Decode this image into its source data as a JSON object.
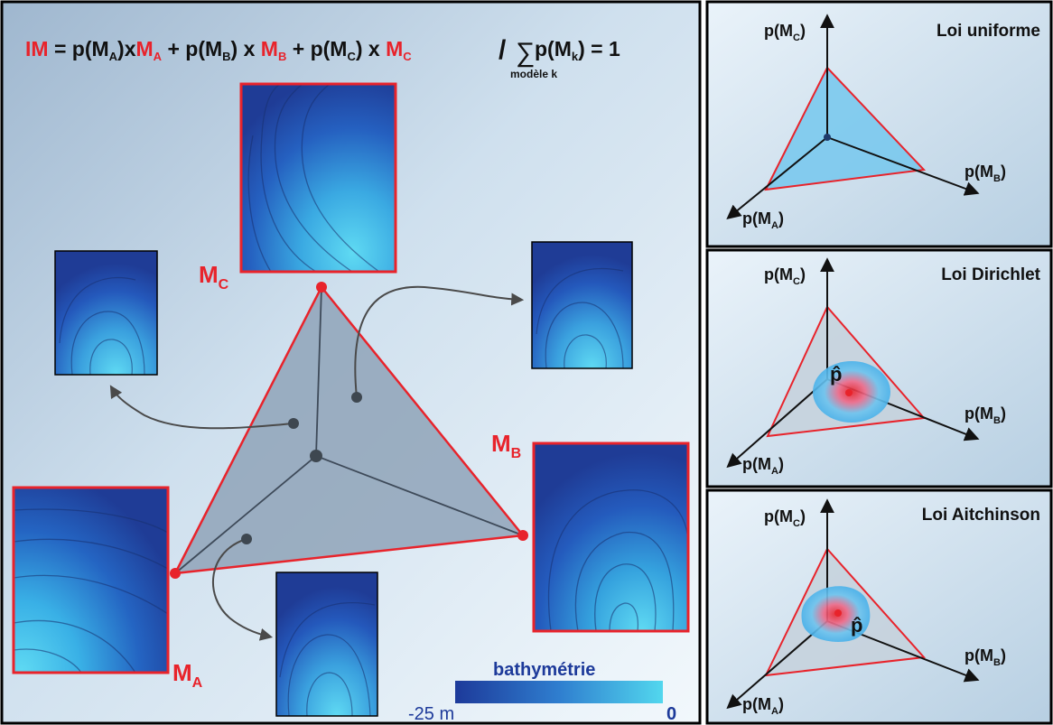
{
  "formula": {
    "im": "IM",
    "eq": " = ",
    "p_open": "p(M",
    "close_x": ")x",
    "close_xs": ") x ",
    "m": "M",
    "plus": " + ",
    "sub_a": "A",
    "sub_b": "B",
    "sub_c": "C",
    "sub_k": "k",
    "slash": "/",
    "sum": "∑",
    "sum_term_close": ") = 1",
    "sum_sub": "modèle k"
  },
  "main": {
    "vertex_labels": {
      "a": "M",
      "a_sub": "A",
      "b": "M",
      "b_sub": "B",
      "c": "M",
      "c_sub": "C"
    }
  },
  "colorbar": {
    "title": "bathymétrie",
    "min_label": "-25 m",
    "max_label": "0"
  },
  "panels": [
    {
      "title": "Loi uniforme",
      "axis_c": "p(M",
      "axis_c_sub": "C",
      "axis_c_close": ")",
      "axis_b": "p(M",
      "axis_b_sub": "B",
      "axis_b_close": ")",
      "axis_a": "p(M",
      "axis_a_sub": "A",
      "axis_a_close": ")"
    },
    {
      "title": "Loi Dirichlet",
      "axis_c": "p(M",
      "axis_c_sub": "C",
      "axis_c_close": ")",
      "axis_b": "p(M",
      "axis_b_sub": "B",
      "axis_b_close": ")",
      "axis_a": "p(M",
      "axis_a_sub": "A",
      "axis_a_close": ")",
      "estimate": "p̂"
    },
    {
      "title": "Loi Aitchinson",
      "axis_c": "p(M",
      "axis_c_sub": "C",
      "axis_c_close": ")",
      "axis_b": "p(M",
      "axis_b_sub": "B",
      "axis_b_close": ")",
      "axis_a": "p(M",
      "axis_a_sub": "A",
      "axis_a_close": ")",
      "estimate": "p̂"
    }
  ],
  "colors": {
    "red": "#e8232b",
    "frame": "#000000",
    "deep": "#1d3a9a",
    "shallow": "#47c6ea",
    "simplex": "#8fa3b9"
  }
}
